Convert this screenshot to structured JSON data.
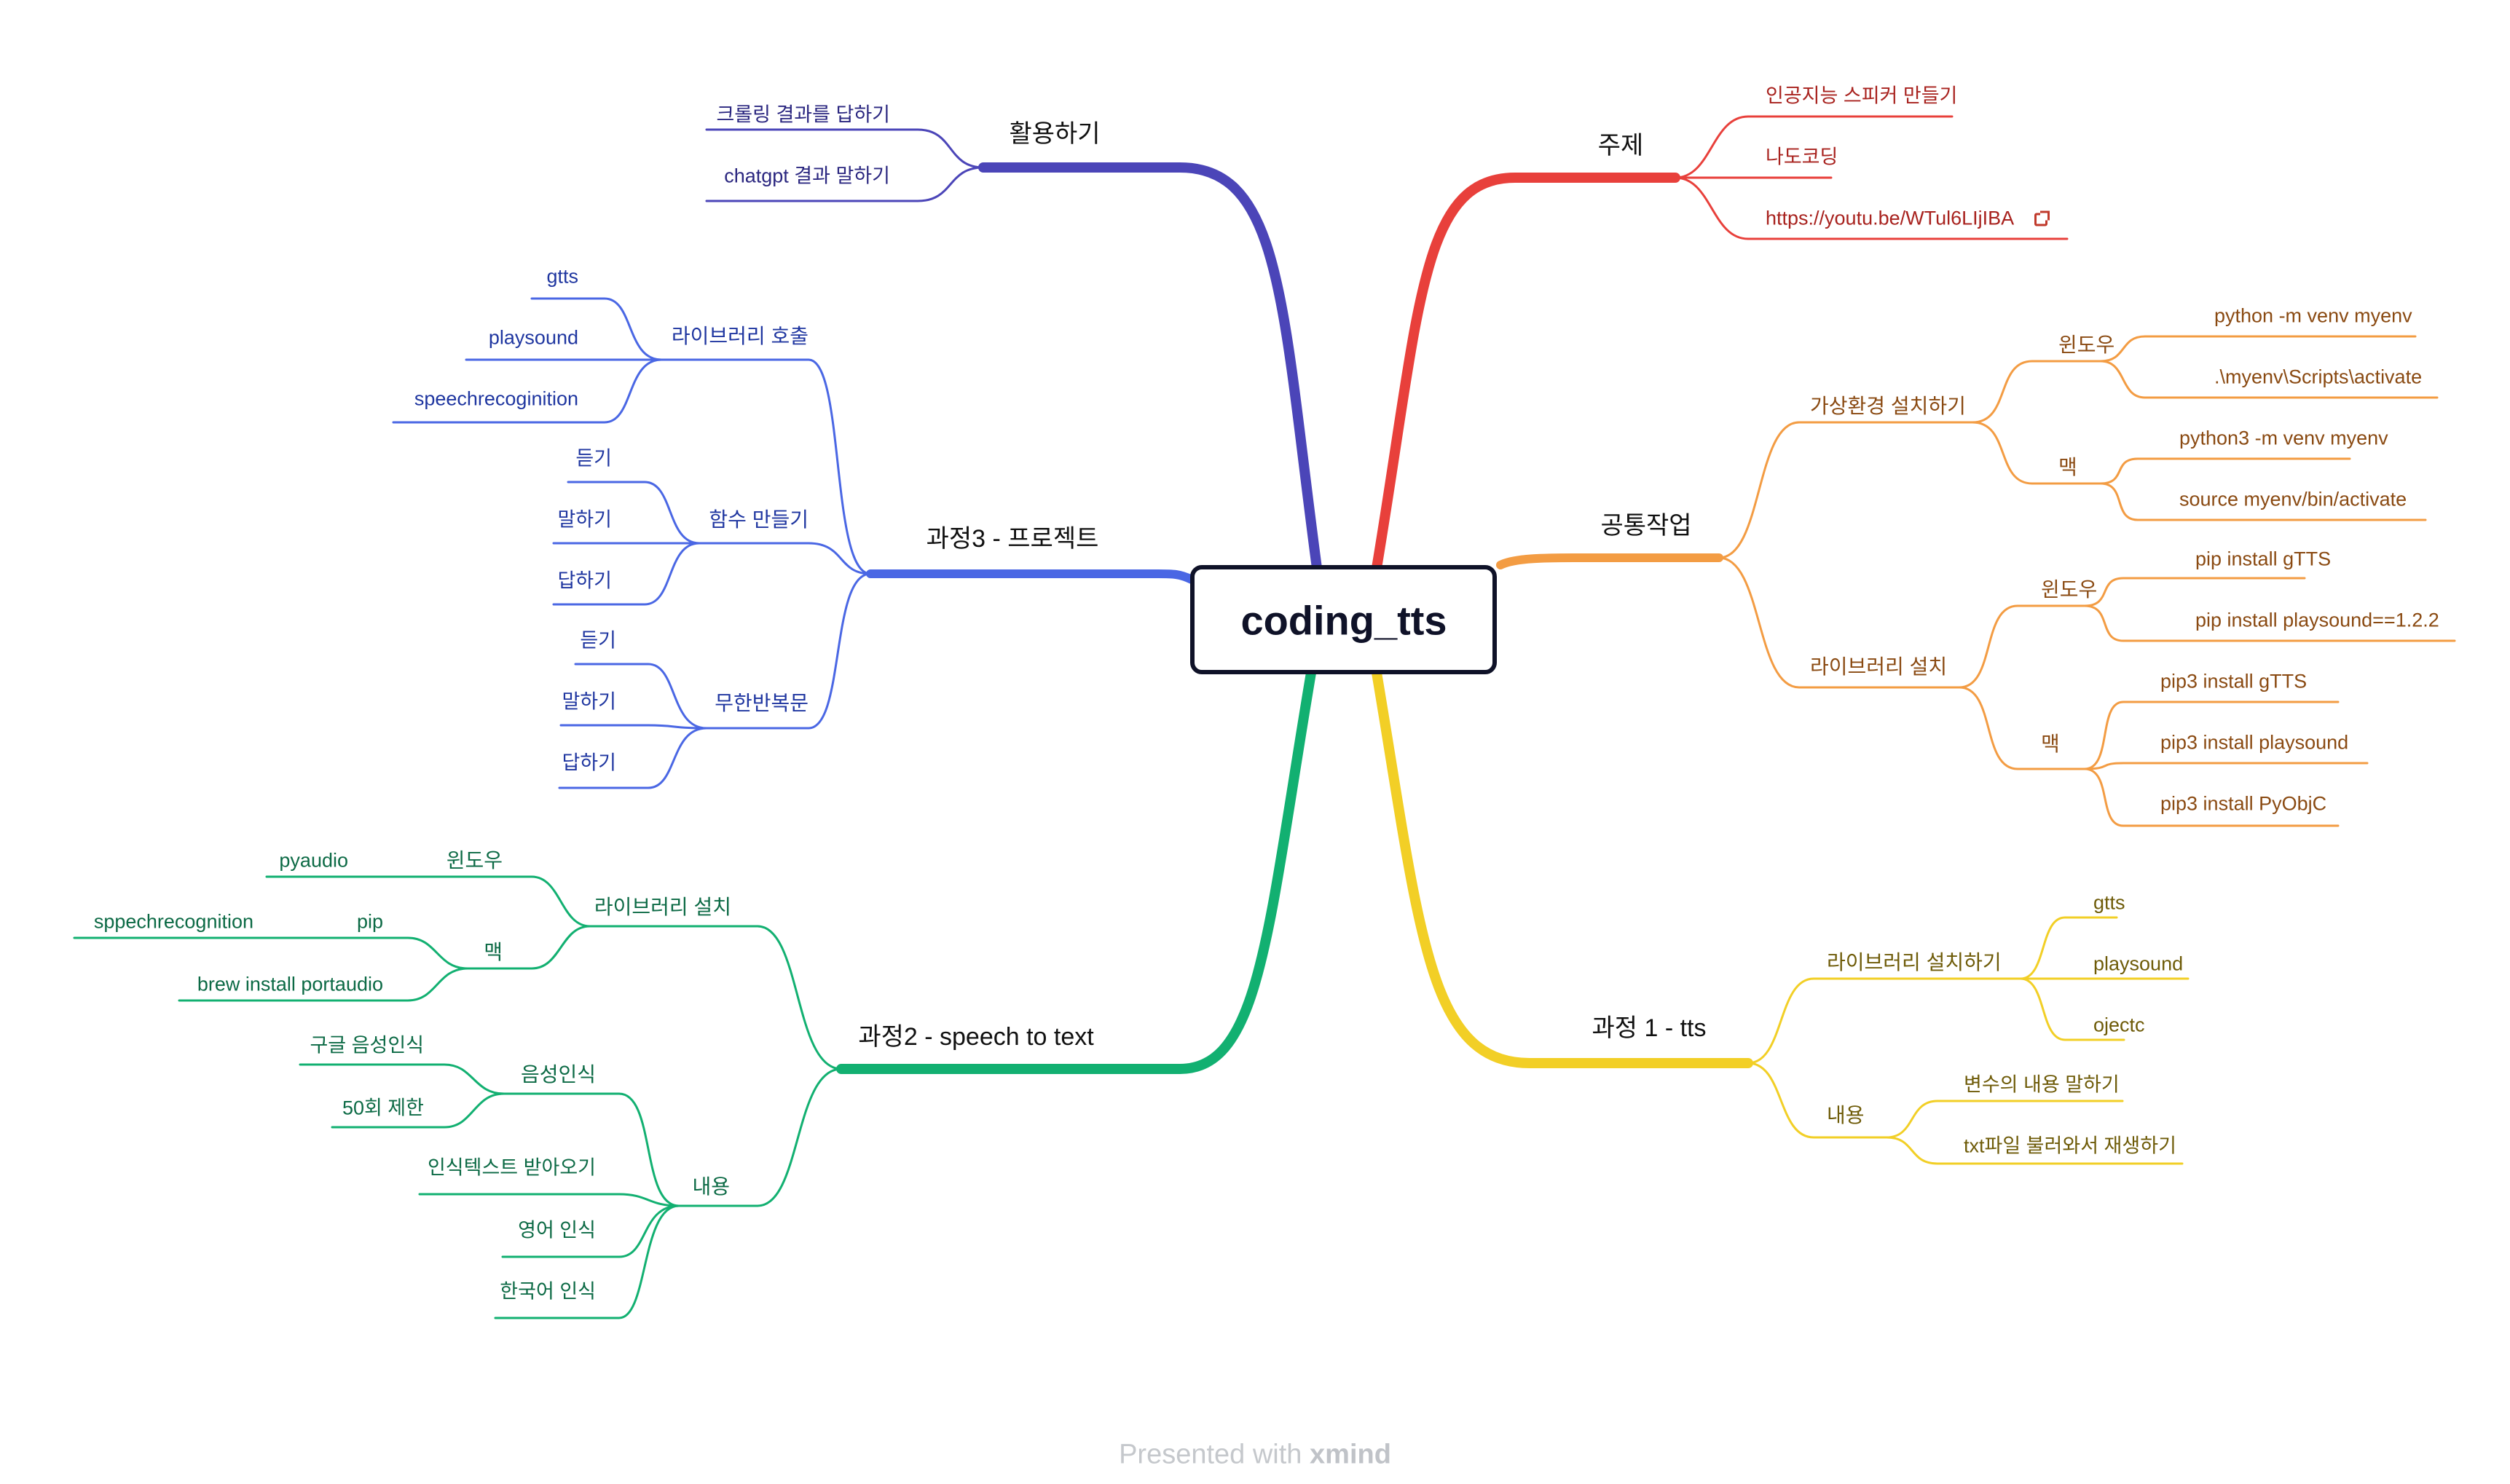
{
  "root": "coding_tts",
  "footer": {
    "prefix": "Presented with",
    "brand": "xmind"
  },
  "colors": {
    "topic": "#e8403b",
    "common": "#f39c43",
    "tts": "#f2cf26",
    "stt": "#12b071",
    "project": "#4a67e4",
    "use": "#4b45b8"
  },
  "branches": {
    "topic": {
      "label": "주제",
      "leaves": [
        "인공지능 스피커 만들기",
        "나도코딩",
        "https://youtu.be/WTul6LIjIBA"
      ]
    },
    "common": {
      "label": "공통작업",
      "venv": {
        "label": "가상환경 설치하기",
        "win": {
          "label": "윈도우",
          "items": [
            "python -m venv myenv",
            ".\\myenv\\Scripts\\activate"
          ]
        },
        "mac": {
          "label": "맥",
          "items": [
            "python3 -m venv myenv",
            "source myenv/bin/activate"
          ]
        }
      },
      "lib": {
        "label": "라이브러리 설치",
        "win": {
          "label": "윈도우",
          "items": [
            "pip install gTTS",
            "pip install playsound==1.2.2"
          ]
        },
        "mac": {
          "label": "맥",
          "items": [
            "pip3 install gTTS",
            "pip3 install playsound",
            "pip3 install PyObjC"
          ]
        }
      }
    },
    "tts": {
      "label": "과정 1 - tts",
      "lib": {
        "label": "라이브러리 설치하기",
        "items": [
          "gtts",
          "playsound",
          "ojectc"
        ]
      },
      "content": {
        "label": "내용",
        "items": [
          "변수의 내용 말하기",
          "txt파일 불러와서 재생하기"
        ]
      }
    },
    "stt": {
      "label": "과정2 - speech to text",
      "lib": {
        "label": "라이브러리 설치",
        "win": {
          "label": "윈도우",
          "items": [
            "pyaudio"
          ]
        },
        "mac": {
          "label": "맥",
          "pip": {
            "label": "pip",
            "items": [
              "sppechrecognition"
            ]
          },
          "items": [
            "brew install portaudio"
          ]
        }
      },
      "content": {
        "label": "내용",
        "voice": {
          "label": "음성인식",
          "items": [
            "구글 음성인식",
            "50회 제한"
          ]
        },
        "items": [
          "인식텍스트 받아오기",
          "영어 인식",
          "한국어 인식"
        ]
      }
    },
    "project": {
      "label": "과정3 - 프로젝트",
      "lib": {
        "label": "라이브러리 호출",
        "items": [
          "gtts",
          "playsound",
          "speechrecoginition"
        ]
      },
      "func": {
        "label": "함수 만들기",
        "items": [
          "듣기",
          "말하기",
          "답하기"
        ]
      },
      "loop": {
        "label": "무한반복문",
        "items": [
          "듣기",
          "말하기",
          "답하기"
        ]
      }
    },
    "use": {
      "label": "활용하기",
      "items": [
        "크롤링 결과를 답하기",
        "chatgpt 결과 말하기"
      ]
    }
  }
}
